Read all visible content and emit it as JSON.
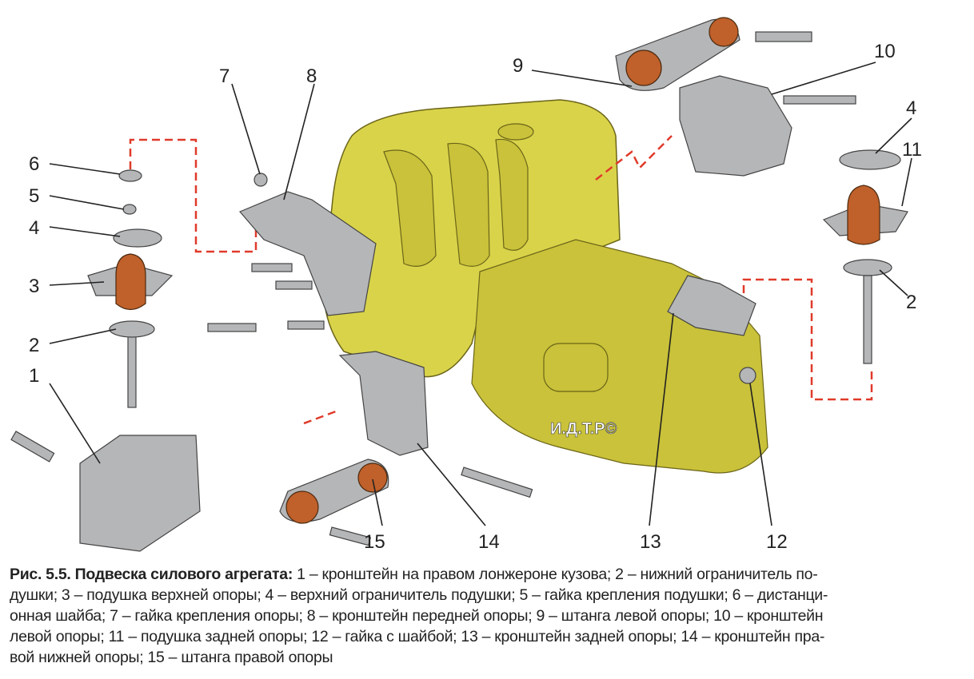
{
  "figure": {
    "labels": [
      "1",
      "2",
      "3",
      "4",
      "5",
      "6",
      "7",
      "8",
      "9",
      "10",
      "4",
      "11",
      "2",
      "12",
      "13",
      "14",
      "15"
    ],
    "watermark": "И.Д.Т.Р©",
    "colors": {
      "body": "#d9d34a",
      "rubber": "#c0602a",
      "metal": "#b5b6b8",
      "dashed_line": "#e03a2a"
    }
  },
  "caption": {
    "title": "Рис. 5.5. Подвеска силового агрегата:",
    "lines": [
      " 1 – кронштейн на правом лонжероне кузова; 2 – нижний ограничитель по-",
      "душки; 3 – подушка верхней опоры; 4 – верхний ограничитель подушки; 5 – гайка крепления подушки; 6 – дистанци-",
      "онная шайба; 7 – гайка крепления опоры; 8 – кронштейн передней опоры; 9 – штанга левой опоры; 10 – кронштейн",
      "левой опоры; 11 – подушка задней опоры; 12 – гайка с шайбой; 13 – кронштейн задней опоры; 14 – кронштейн пра-",
      "вой нижней опоры; 15 – штанга правой опоры"
    ]
  }
}
